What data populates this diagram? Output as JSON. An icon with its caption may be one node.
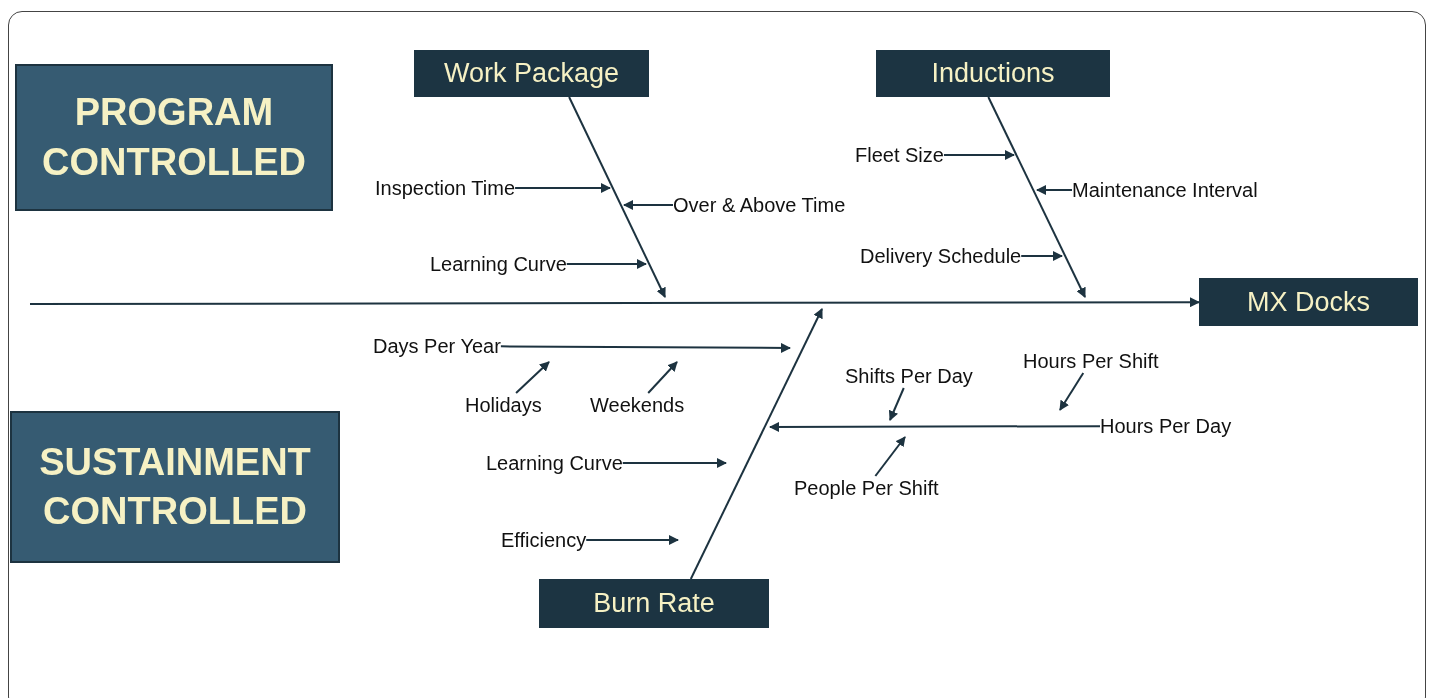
{
  "diagram": {
    "nodes": [
      {
        "text": [
          "PROGRAM CONTROLLED"
        ]
      },
      {
        "text": [
          "SUSTAINMENT CONTROLLED"
        ]
      },
      {
        "text": [
          "Work Package"
        ]
      },
      {
        "text": [
          "Inductions"
        ]
      },
      {
        "text": [
          "MX Docks"
        ]
      },
      {
        "text": [
          "Burn Rate"
        ]
      },
      {
        "text": [
          "Inspection Time"
        ]
      },
      {
        "text": [
          "Over & Above Time"
        ]
      },
      {
        "text": [
          "Learning Curve"
        ]
      },
      {
        "text": [
          "Fleet Size"
        ]
      },
      {
        "text": [
          "Maintenance Interval"
        ]
      },
      {
        "text": [
          "Delivery Schedule"
        ]
      },
      {
        "text": [
          "Days Per Year"
        ]
      },
      {
        "text": [
          "Holidays"
        ]
      },
      {
        "text": [
          "Weekends"
        ]
      },
      {
        "text": [
          "Shifts Per Day"
        ]
      },
      {
        "text": [
          "Hours Per Shift"
        ]
      },
      {
        "text": [
          "Hours Per Day"
        ]
      },
      {
        "text": [
          "Learning Curve"
        ]
      },
      {
        "text": [
          "People Per Shift"
        ]
      },
      {
        "text": [
          "Efficiency"
        ]
      }
    ],
    "edges": [
      {
        "from": null,
        "to": 4,
        "arrow": "to"
      },
      {
        "from": 2,
        "to": null,
        "arrow": "to"
      },
      {
        "from": 3,
        "to": null,
        "arrow": "to"
      },
      {
        "from": 5,
        "to": null,
        "arrow": "to"
      },
      {
        "from": 6,
        "to": null,
        "arrow": "to"
      },
      {
        "from": 7,
        "to": null,
        "arrow": "to"
      },
      {
        "from": 8,
        "to": null,
        "arrow": "to"
      },
      {
        "from": 9,
        "to": null,
        "arrow": "to"
      },
      {
        "from": 10,
        "to": null,
        "arrow": "to"
      },
      {
        "from": 11,
        "to": null,
        "arrow": "to"
      },
      {
        "from": 12,
        "to": null,
        "arrow": "to"
      },
      {
        "from": 13,
        "to": null,
        "arrow": "to"
      },
      {
        "from": 14,
        "to": null,
        "arrow": "to"
      },
      {
        "from": 15,
        "to": null,
        "arrow": "to"
      },
      {
        "from": 16,
        "to": null,
        "arrow": "to"
      },
      {
        "from": 17,
        "to": null,
        "arrow": "to"
      },
      {
        "from": 18,
        "to": null,
        "arrow": "to"
      },
      {
        "from": 19,
        "to": null,
        "arrow": "to"
      },
      {
        "from": 20,
        "to": null,
        "arrow": "to"
      }
    ]
  }
}
